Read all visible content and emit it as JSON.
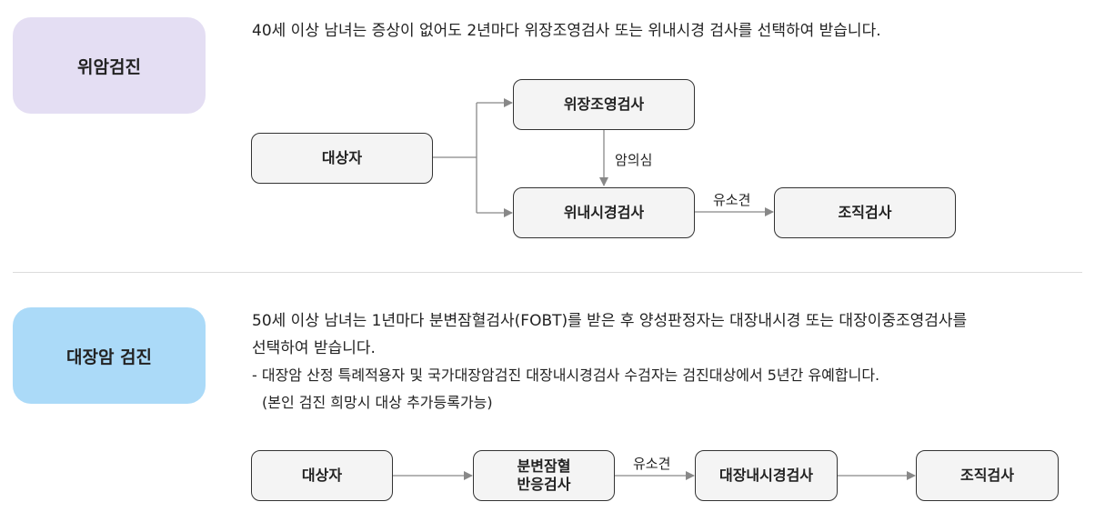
{
  "gastric": {
    "tag": "위암검진",
    "tag_color": "#e4def3",
    "description": "40세 이상 남녀는 증상이 없어도 2년마다 위장조영검사 또는 위내시경 검사를 선택하여 받습니다.",
    "flow": {
      "subject": "대상자",
      "upper_gi": "위장조영검사",
      "suspect_label": "암의심",
      "endoscopy": "위내시경검사",
      "finding_label": "유소견",
      "biopsy": "조직검사"
    }
  },
  "colorectal": {
    "tag": "대장암 검진",
    "tag_color": "#abdaf8",
    "description_line1": "50세 이상 남녀는 1년마다 분변잠혈검사(FOBT)를 받은 후 양성판정자는 대장내시경 또는 대장이중조영검사를",
    "description_line2": "선택하여 받습니다.",
    "note_line1": "- 대장암 산정 특례적용자 및 국가대장암검진 대장내시경검사 수검자는 검진대상에서 5년간 유예합니다.",
    "note_line2": "(본인 검진 희망시 대상 추가등록가능)",
    "flow": {
      "subject": "대상자",
      "fobt_line1": "분변잠혈",
      "fobt_line2": "반응검사",
      "finding_label": "유소견",
      "colonoscopy": "대장내시경검사",
      "biopsy": "조직검사"
    }
  },
  "colors": {
    "line": "#888888",
    "box_bg": "#f4f4f4",
    "box_border": "#333333"
  }
}
